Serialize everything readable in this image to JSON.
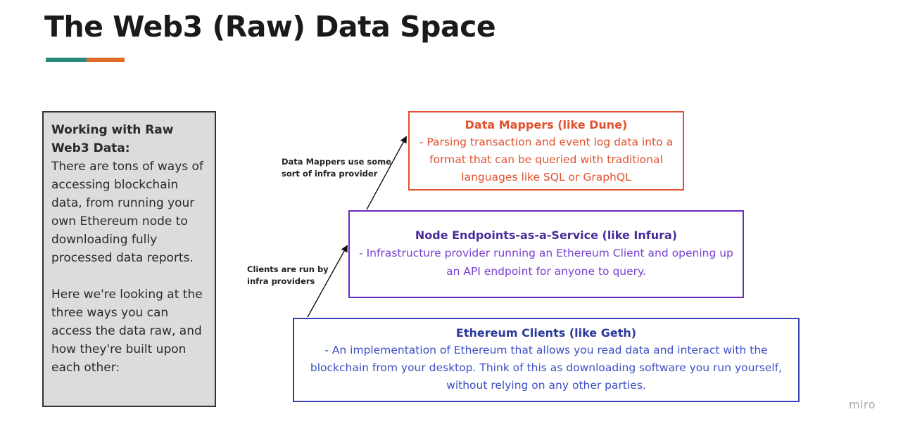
{
  "title": "The Web3 (Raw) Data Space",
  "colors": {
    "accent_teal": "#2b8a7e",
    "accent_orange": "#e06a2b",
    "mappers": "#e0512f",
    "nodes": "#6a2bc4",
    "clients": "#3a3fb3",
    "sidebar_bg": "#dcdcdc"
  },
  "sidebar": {
    "heading": "Working with Raw Web3 Data:",
    "paragraph1": "There are tons of ways of accessing blockchain data, from running your own Ethereum node to downloading fully processed data reports.",
    "paragraph2": "Here we're looking at the three ways you can access the data raw, and how they're built upon each other:"
  },
  "boxes": {
    "mappers": {
      "title": "Data Mappers (like Dune)",
      "description": "- Parsing transaction and event log data into a format that can be queried with traditional languages like SQL or GraphQL"
    },
    "nodes": {
      "title": "Node Endpoints-as-a-Service (like Infura)",
      "description": "- Infrastructure provider running an Ethereum Client and opening up an API endpoint for anyone to query."
    },
    "clients": {
      "title": "Ethereum Clients (like Geth)",
      "description": "- An implementation of Ethereum that allows you read data and interact with the blockchain from your desktop. Think of this as downloading software you run yourself, without relying on any other parties."
    }
  },
  "annotations": {
    "mappers_note": "Data Mappers use some sort of infra provider",
    "clients_note": "Clients are run by infra providers"
  },
  "watermark": "miro"
}
